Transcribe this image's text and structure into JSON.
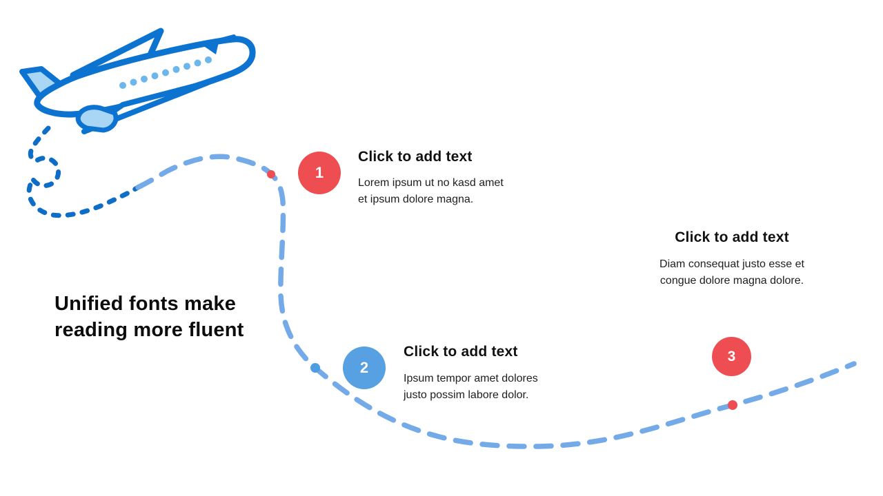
{
  "slide": {
    "title": "Unified fonts make\nreading more fluent",
    "items": [
      {
        "number": "1",
        "heading": "Click to add text",
        "body": "Lorem ipsum ut no kasd amet\net ipsum dolore magna.",
        "accent": "#ee4d52"
      },
      {
        "number": "2",
        "heading": "Click to add text",
        "body": "Ipsum tempor amet dolores\njusto possim labore dolor.",
        "accent": "#57a0e2"
      },
      {
        "number": "3",
        "heading": "Click to add text",
        "body": "Diam consequat justo esse et\ncongue dolore magna dolore.",
        "accent": "#ee4d52"
      }
    ],
    "illustration": {
      "icon": "airplane-icon",
      "description": "airplane flying with dashed looping flight path and waypoint dots",
      "colors": {
        "outline_blue": "#0d73d0",
        "fill_light_blue": "#a9d6f4",
        "window_blue": "#6cb6ec",
        "dash_dark_blue": "#0e6dc6",
        "dash_light_blue": "#74aae8",
        "marker_red": "#ee4d52",
        "marker_blue": "#57a0e2"
      }
    }
  }
}
